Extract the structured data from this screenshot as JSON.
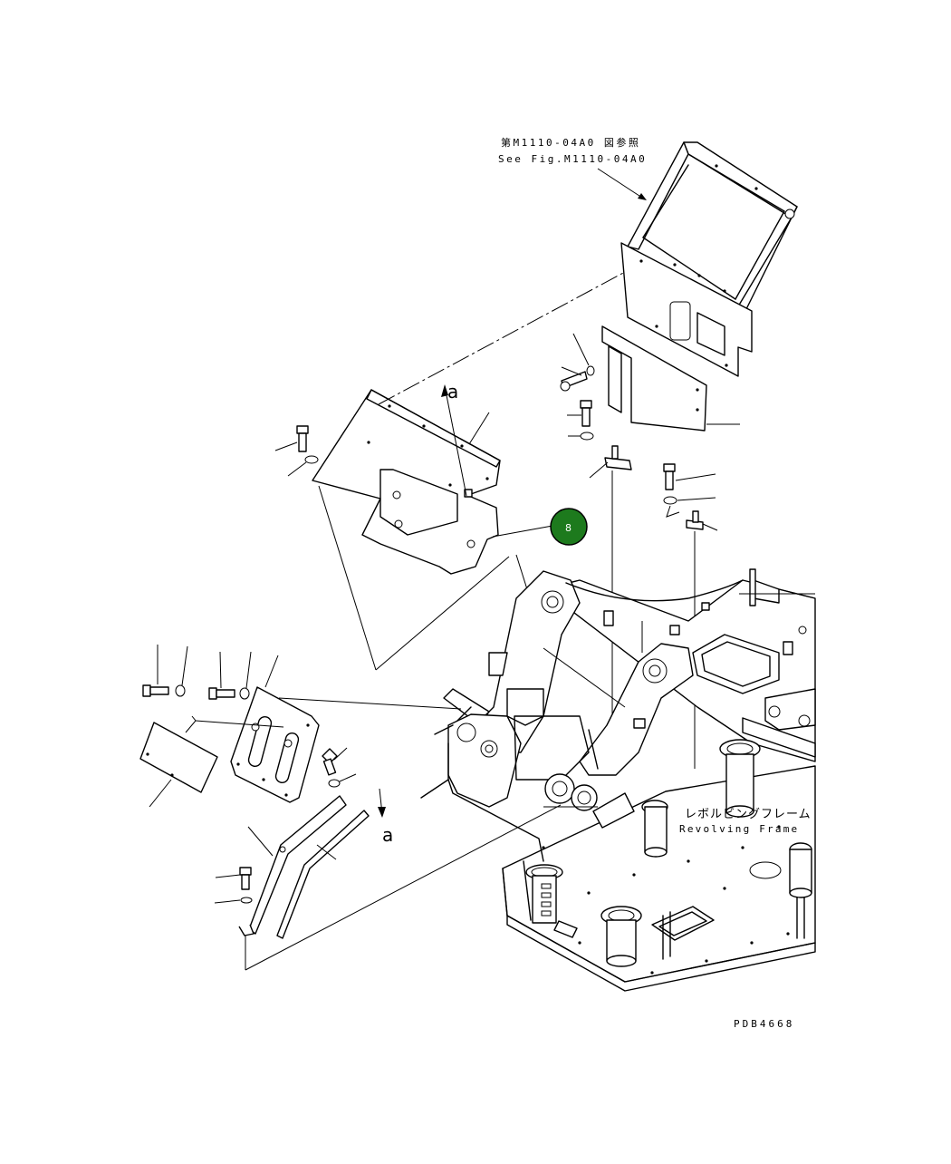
{
  "reference": {
    "jp": "第M1110-04A0 図参照",
    "en": "See Fig.M1110-04A0"
  },
  "frame_label": {
    "jp": "レボルビングフレーム",
    "en": "Revolving Frame"
  },
  "view_markers": {
    "top": "a",
    "bottom": "a"
  },
  "hotspot": {
    "label": "8",
    "color": "#1d7a1d"
  },
  "drawing_code": "PDB4668"
}
